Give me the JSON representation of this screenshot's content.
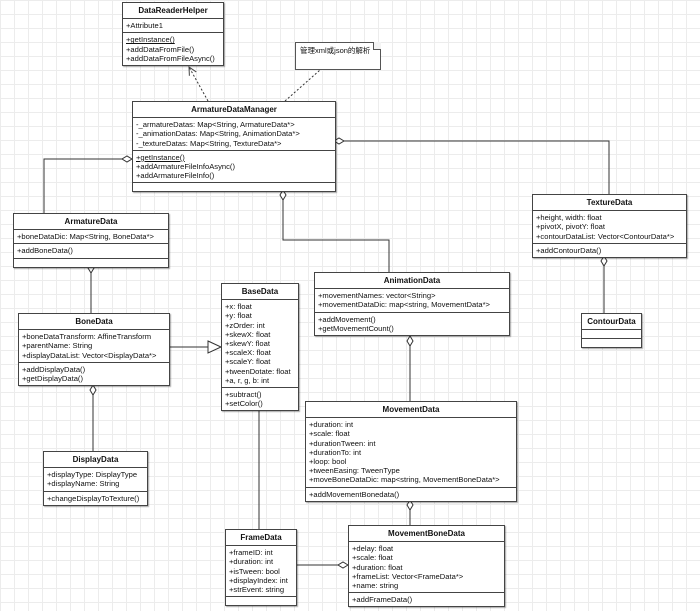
{
  "note": {
    "text": "管理xml或json的解析"
  },
  "classes": [
    {
      "id": "data-reader-helper",
      "name": "DataReaderHelper",
      "attributes": [
        "+Attribute1"
      ],
      "methods": [
        "+getInstance()",
        "+addDataFromFile()",
        "+addDataFromFileAsync()"
      ],
      "static_methods": [
        0
      ]
    },
    {
      "id": "armature-data-manager",
      "name": "ArmatureDataManager",
      "attributes": [
        "-_armatureDatas: Map<String,  ArmatureData*>",
        "-_animationDatas: Map<String,  AnimationData*>",
        "-_textureDatas: Map<String,  TextureData*>"
      ],
      "methods": [
        "+getInstance()",
        "+addArmatureFileInfoAsync()",
        "+addArmatureFileInfo()"
      ],
      "static_methods": [
        0
      ],
      "extra_section": true
    },
    {
      "id": "armature-data",
      "name": "ArmatureData",
      "attributes": [
        "+boneDataDic: Map<String,  BoneData*>"
      ],
      "methods": [
        "+addBoneData()"
      ],
      "extra_section": true
    },
    {
      "id": "bone-data",
      "name": "BoneData",
      "attributes": [
        "+boneDataTransform: AffineTransform",
        "+parentName: String",
        "+displayDataList: Vector<DisplayData*>"
      ],
      "methods": [
        "+addDisplayData()",
        "+getDisplayData()"
      ]
    },
    {
      "id": "base-data",
      "name": "BaseData",
      "attributes": [
        "+x: float",
        "+y: float",
        "+zOrder: int",
        "+skewX: float",
        "+skewY: float",
        "+scaleX: float",
        "+scaleY: float",
        "+tweenDotate: float",
        "+a,  r,  g,  b:  int"
      ],
      "methods": [
        "+subtract()",
        "+setColor()"
      ]
    },
    {
      "id": "animation-data",
      "name": "AnimationData",
      "attributes": [
        "+movementNames: vector<String>",
        "+movementDataDic: map<string,  MovementData*>"
      ],
      "methods": [
        "+addMovement()",
        "+getMovementCount()"
      ]
    },
    {
      "id": "texture-data",
      "name": "TextureData",
      "attributes": [
        "+height,  width:  float",
        "+pivotX,  pivotY:  float",
        "+contourDataList: Vector<ContourData*>"
      ],
      "methods": [
        "+addContourData()"
      ]
    },
    {
      "id": "contour-data",
      "name": "ContourData",
      "attributes": [],
      "methods": []
    },
    {
      "id": "movement-data",
      "name": "MovementData",
      "attributes": [
        "+duration: int",
        "+scale: float",
        "+durationTween: int",
        "+durationTo: int",
        "+loop: bool",
        "+tweenEasing: TweenType",
        "+moveBoneDataDic: map<string,  MovementBoneData*>"
      ],
      "methods": [
        "+addMovementBonedata()"
      ]
    },
    {
      "id": "display-data",
      "name": "DisplayData",
      "attributes": [
        "+displayType: DisplayType",
        "+displayName: String"
      ],
      "methods": [
        "+changeDisplayToTexture()"
      ]
    },
    {
      "id": "frame-data",
      "name": "FrameData",
      "attributes": [
        "+frameID: int",
        "+duration: int",
        "+isTween: bool",
        "+displayIndex: int",
        "+strEvent: string"
      ],
      "methods": [],
      "extra_section": false
    },
    {
      "id": "movement-bone-data",
      "name": "MovementBoneData",
      "attributes": [
        "+delay: float",
        "+scale: float",
        "+duration: float",
        "+frameList: Vector<FrameData*>",
        "+name: string"
      ],
      "methods": [
        "+addFrameData()"
      ]
    }
  ]
}
